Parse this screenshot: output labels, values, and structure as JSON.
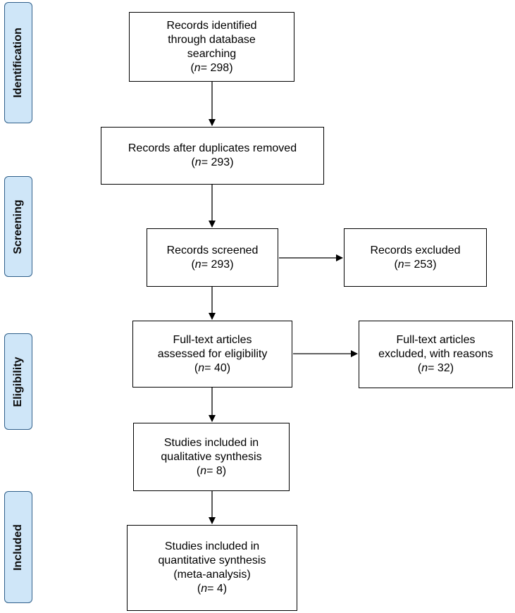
{
  "stages": {
    "identification": "Identification",
    "screening": "Screening",
    "eligibility": "Eligibility",
    "included": "Included"
  },
  "boxes": {
    "identified": {
      "lines": [
        "Records identified",
        "through database",
        "searching"
      ],
      "n_label": "n",
      "n_value": "= 298)"
    },
    "after_duplicates": {
      "lines": [
        "Records after duplicates removed"
      ],
      "n_label": "n",
      "n_value": "= 293)"
    },
    "screened": {
      "lines": [
        "Records screened"
      ],
      "n_label": "n",
      "n_value": "= 293)"
    },
    "excluded": {
      "lines": [
        "Records excluded"
      ],
      "n_label": "n",
      "n_value": "= 253)"
    },
    "fulltext_assessed": {
      "lines": [
        "Full-text articles",
        "assessed for eligibility"
      ],
      "n_label": "n",
      "n_value": "= 40)"
    },
    "fulltext_excluded": {
      "lines": [
        "Full-text articles",
        "excluded, with reasons"
      ],
      "n_label": "n",
      "n_value": "= 32)"
    },
    "qualitative": {
      "lines": [
        "Studies included in",
        "qualitative synthesis"
      ],
      "n_label": "n",
      "n_value": "= 8)"
    },
    "quantitative": {
      "lines": [
        "Studies included in",
        "quantitative synthesis",
        "(meta-analysis)"
      ],
      "n_label": "n",
      "n_value": "= 4)"
    }
  }
}
